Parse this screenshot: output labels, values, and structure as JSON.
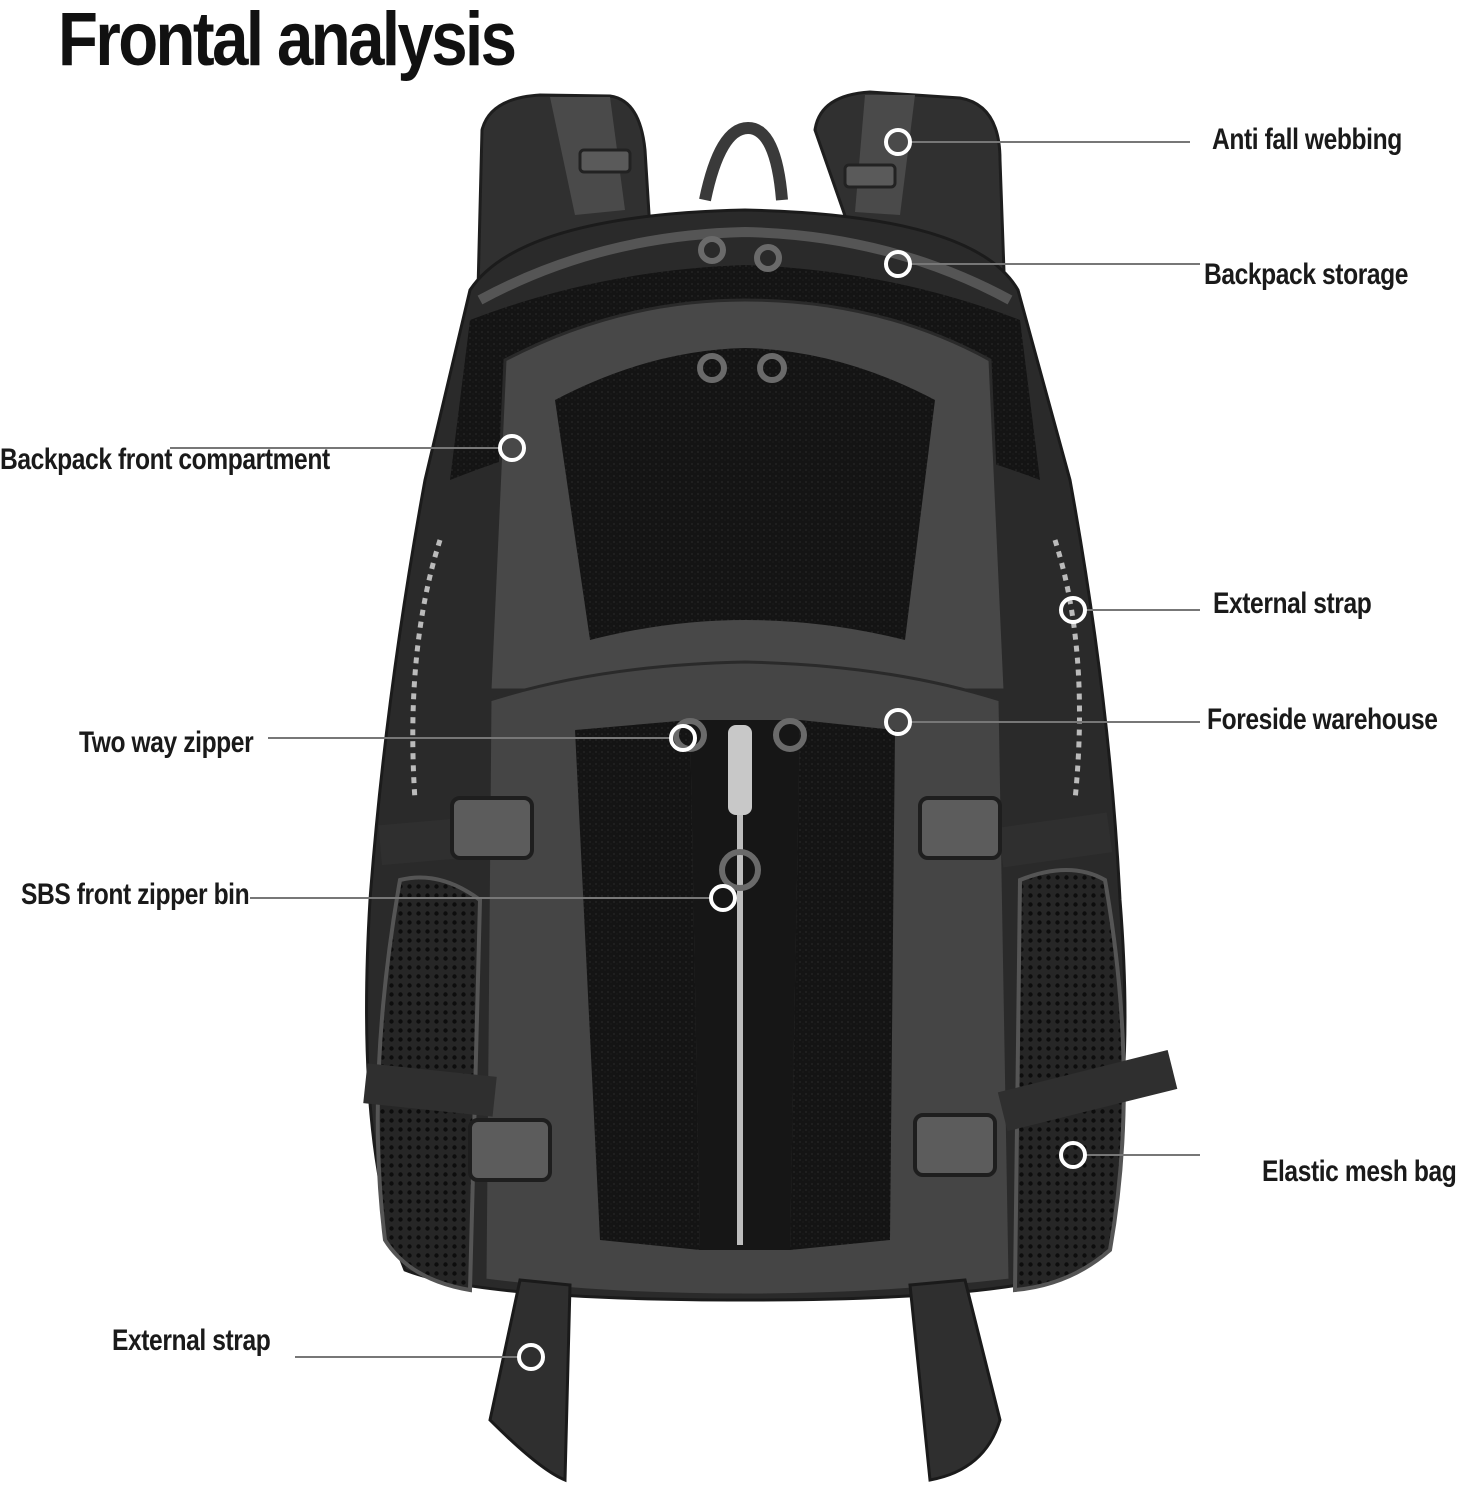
{
  "title": "Frontal analysis",
  "callouts": {
    "anti_fall_webbing": "Anti fall webbing",
    "backpack_storage": "Backpack storage",
    "backpack_front_compartment": "Backpack front compartment",
    "external_strap_right": "External strap",
    "foreside_warehouse": "Foreside warehouse",
    "two_way_zipper": "Two way zipper",
    "sbs_front_zipper_bin": "SBS front zipper bin",
    "elastic_mesh_bag": "Elastic mesh bag",
    "external_strap_bottom": "External strap"
  },
  "colors": {
    "bag_dark": "#2b2b2b",
    "bag_panel": "#474747",
    "mesh": "#161616",
    "marker": "#ffffff"
  }
}
